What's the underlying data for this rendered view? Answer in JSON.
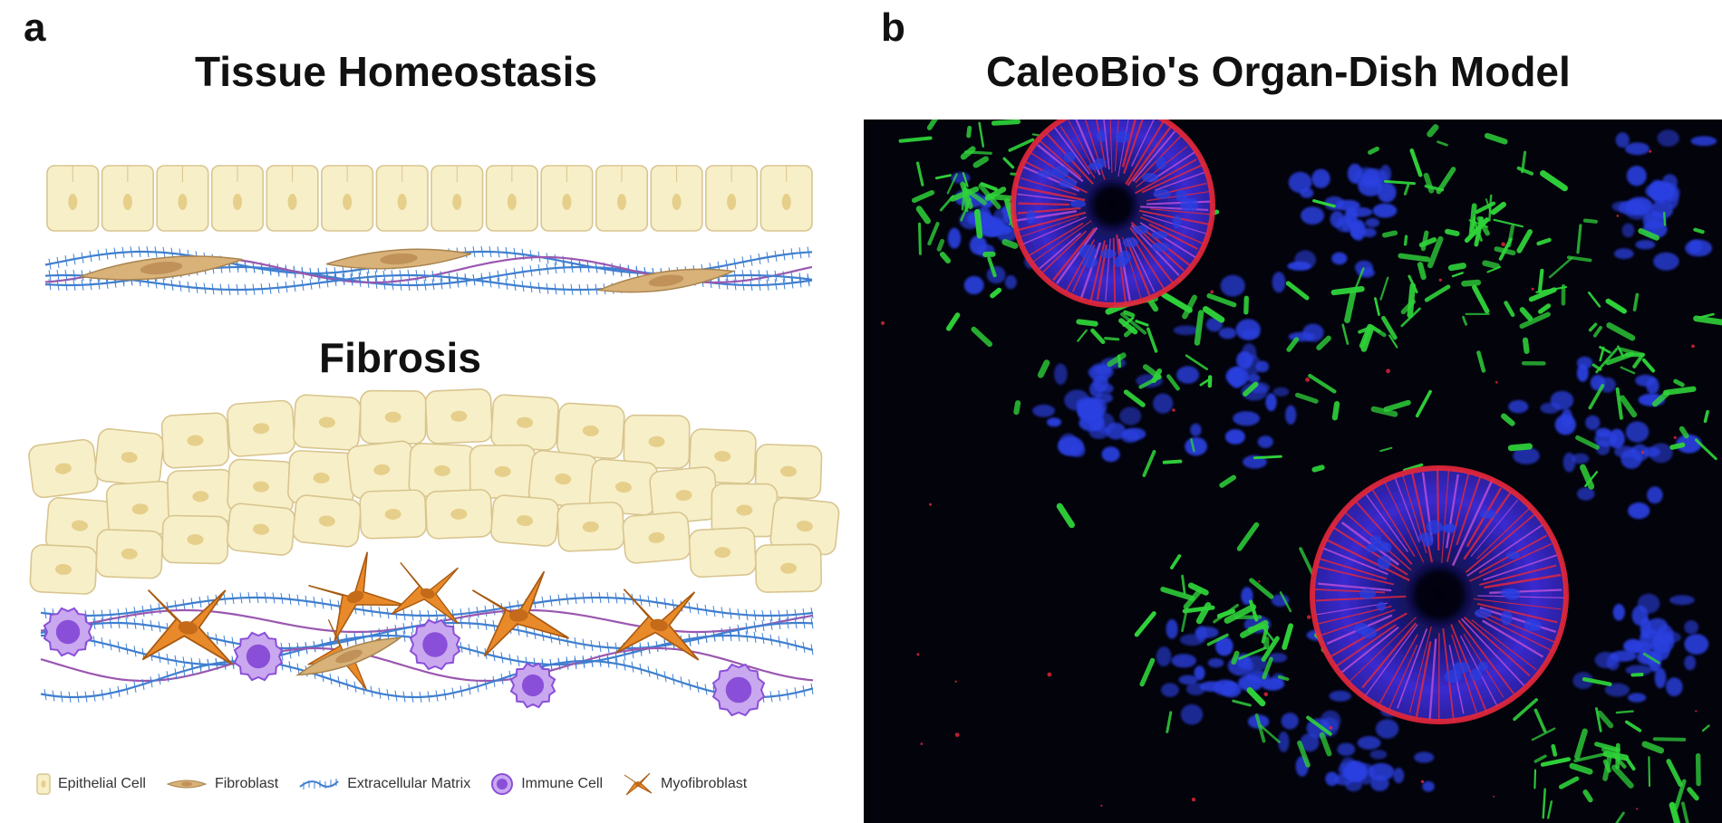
{
  "panel_a": {
    "letter": "a",
    "title_top": "Tissue Homeostasis",
    "title_bottom": "Fibrosis",
    "legend": [
      {
        "icon": "epithelial-cell-icon",
        "label": "Epithelial Cell"
      },
      {
        "icon": "fibroblast-icon",
        "label": "Fibroblast"
      },
      {
        "icon": "extracellular-matrix-icon",
        "label": "Extracellular Matrix"
      },
      {
        "icon": "immune-cell-icon",
        "label": "Immune Cell"
      },
      {
        "icon": "myofibroblast-icon",
        "label": "Myofibroblast"
      }
    ]
  },
  "panel_b": {
    "letter": "b",
    "title": "CaleoBio's Organ-Dish Model"
  },
  "colors": {
    "epithelial_fill": "#f7efc8",
    "epithelial_stroke": "#d8c58f",
    "nucleus": "#e6cf8a",
    "fibroblast": "#d9b27a",
    "ecm_blue": "#3f7fd0",
    "ecm_purple": "#9a57b0",
    "immune": "#8a4fd8",
    "immune_light": "#c9a8f0",
    "myofibroblast": "#e98a2a",
    "microscopy_bg": "#03030c",
    "stain_green": "#2fd33a",
    "stain_blue": "#2a3fe0",
    "stain_red": "#e8283a"
  }
}
